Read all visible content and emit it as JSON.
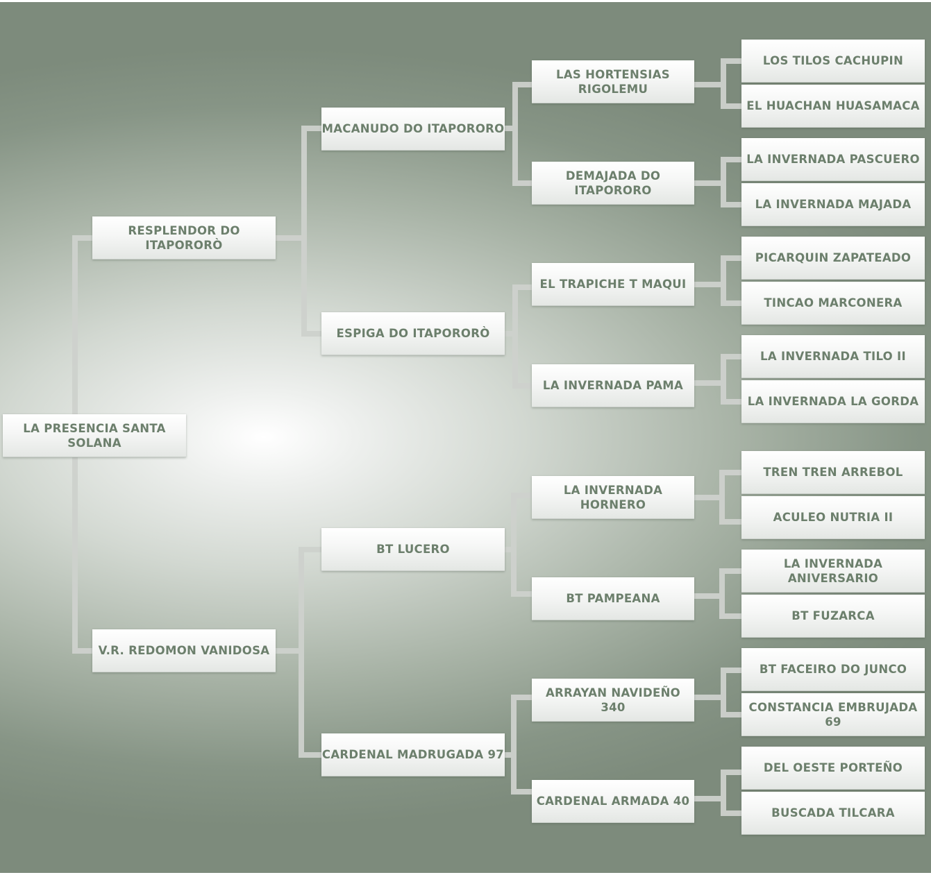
{
  "pedigree": {
    "subject": "LA PRESENCIA SANTA SOLANA",
    "sire": "RESPLENDOR DO ITAPORORÒ",
    "dam": "V.R. REDOMON VANIDOSA",
    "sire_sire": "MACANUDO DO ITAPORORO",
    "sire_dam": "ESPIGA DO ITAPORORÒ",
    "dam_sire": "BT LUCERO",
    "dam_dam": "CARDENAL MADRUGADA 97",
    "gen3": [
      "LAS HORTENSIAS RIGOLEMU",
      "DEMAJADA DO ITAPORORO",
      "EL TRAPICHE T MAQUI",
      "LA INVERNADA PAMA",
      "LA INVERNADA HORNERO",
      "BT PAMPEANA",
      "ARRAYAN NAVIDEÑO 340",
      "CARDENAL ARMADA 40"
    ],
    "gen4": [
      "LOS TILOS CACHUPIN",
      "EL HUACHAN HUASAMACA",
      "LA INVERNADA PASCUERO",
      "LA INVERNADA MAJADA",
      "PICARQUIN ZAPATEADO",
      "TINCAO MARCONERA",
      "LA INVERNADA TILO II",
      "LA INVERNADA LA GORDA",
      "TREN TREN ARREBOL",
      "ACULEO NUTRIA II",
      "LA INVERNADA ANIVERSARIO",
      "BT FUZARCA",
      "BT FACEIRO DO JUNCO",
      "CONSTANCIA EMBRUJADA 69",
      "DEL OESTE PORTEÑO",
      "BUSCADA TILCARA"
    ]
  },
  "colors": {
    "text": "#6c7f6c",
    "connector": "#cdd1cc",
    "background_edge": "#7d8b7c",
    "background_center": "#ffffff"
  }
}
